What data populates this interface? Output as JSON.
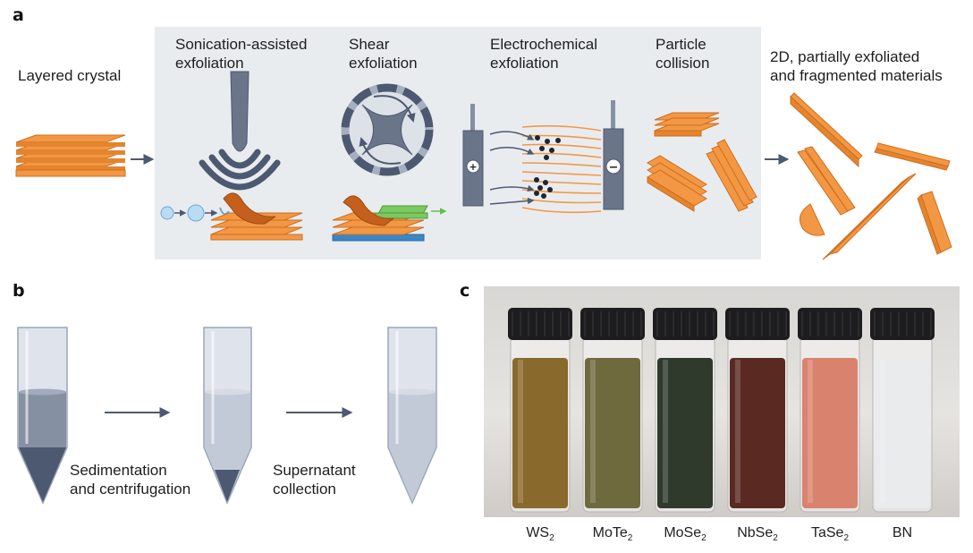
{
  "panel_a": {
    "letter": "a",
    "layered_crystal": "Layered crystal",
    "methods": [
      {
        "line1": "Sonication-assisted",
        "line2": "exfoliation"
      },
      {
        "line1": "Shear",
        "line2": "exfoliation"
      },
      {
        "line1": "Electrochemical",
        "line2": "exfoliation"
      },
      {
        "line1": "Particle",
        "line2": "collision"
      }
    ],
    "result_line1": "2D, partially exfoliated",
    "result_line2": "and fragmented materials",
    "plus_sign": "+",
    "minus_sign": "−"
  },
  "panel_b": {
    "letter": "b",
    "step1_line1": "Sedimentation",
    "step1_line2": "and centrifugation",
    "step2_line1": "Supernatant",
    "step2_line2": "collection"
  },
  "panel_c": {
    "letter": "c",
    "vials": [
      {
        "base": "WS",
        "sub": "2",
        "liquid": "#8a6a2c"
      },
      {
        "base": "MoTe",
        "sub": "2",
        "liquid": "#6f6a3e"
      },
      {
        "base": "MoSe",
        "sub": "2",
        "liquid": "#2f3a2c"
      },
      {
        "base": "NbSe",
        "sub": "2",
        "liquid": "#5a2a22"
      },
      {
        "base": "TaSe",
        "sub": "2",
        "liquid": "#d9826e"
      },
      {
        "base": "BN",
        "sub": "",
        "liquid": "#e9ebec"
      }
    ]
  },
  "colors": {
    "flake": "#f29845",
    "flake_edge": "#d06d1c",
    "panel_bg": "#e9ecef",
    "slate": "#4d5970",
    "slate_light": "#8590a3"
  }
}
